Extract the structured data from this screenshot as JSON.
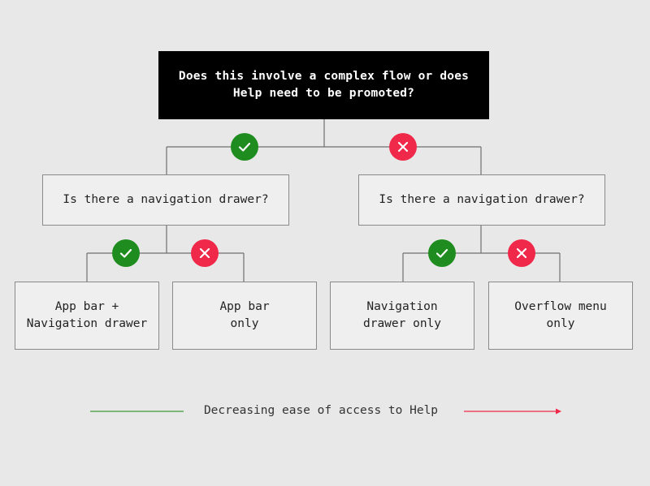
{
  "root": {
    "label": "Does this involve a complex flow or does\nHelp need to be promoted?"
  },
  "left_question": {
    "label": "Is there a navigation drawer?"
  },
  "right_question": {
    "label": "Is there a navigation drawer?"
  },
  "outcomes": [
    {
      "label": "App bar +\nNavigation drawer"
    },
    {
      "label": "App bar\nonly"
    },
    {
      "label": "Navigation\ndrawer only"
    },
    {
      "label": "Overflow menu\nonly"
    }
  ],
  "legend": {
    "label": "Decreasing ease of access to Help"
  },
  "colors": {
    "yes": "#1e8c1e",
    "no": "#f0284a",
    "legend_start": "#3c9a3c",
    "legend_end": "#f0284a"
  },
  "icons": {
    "yes": "check-icon",
    "no": "x-icon"
  }
}
